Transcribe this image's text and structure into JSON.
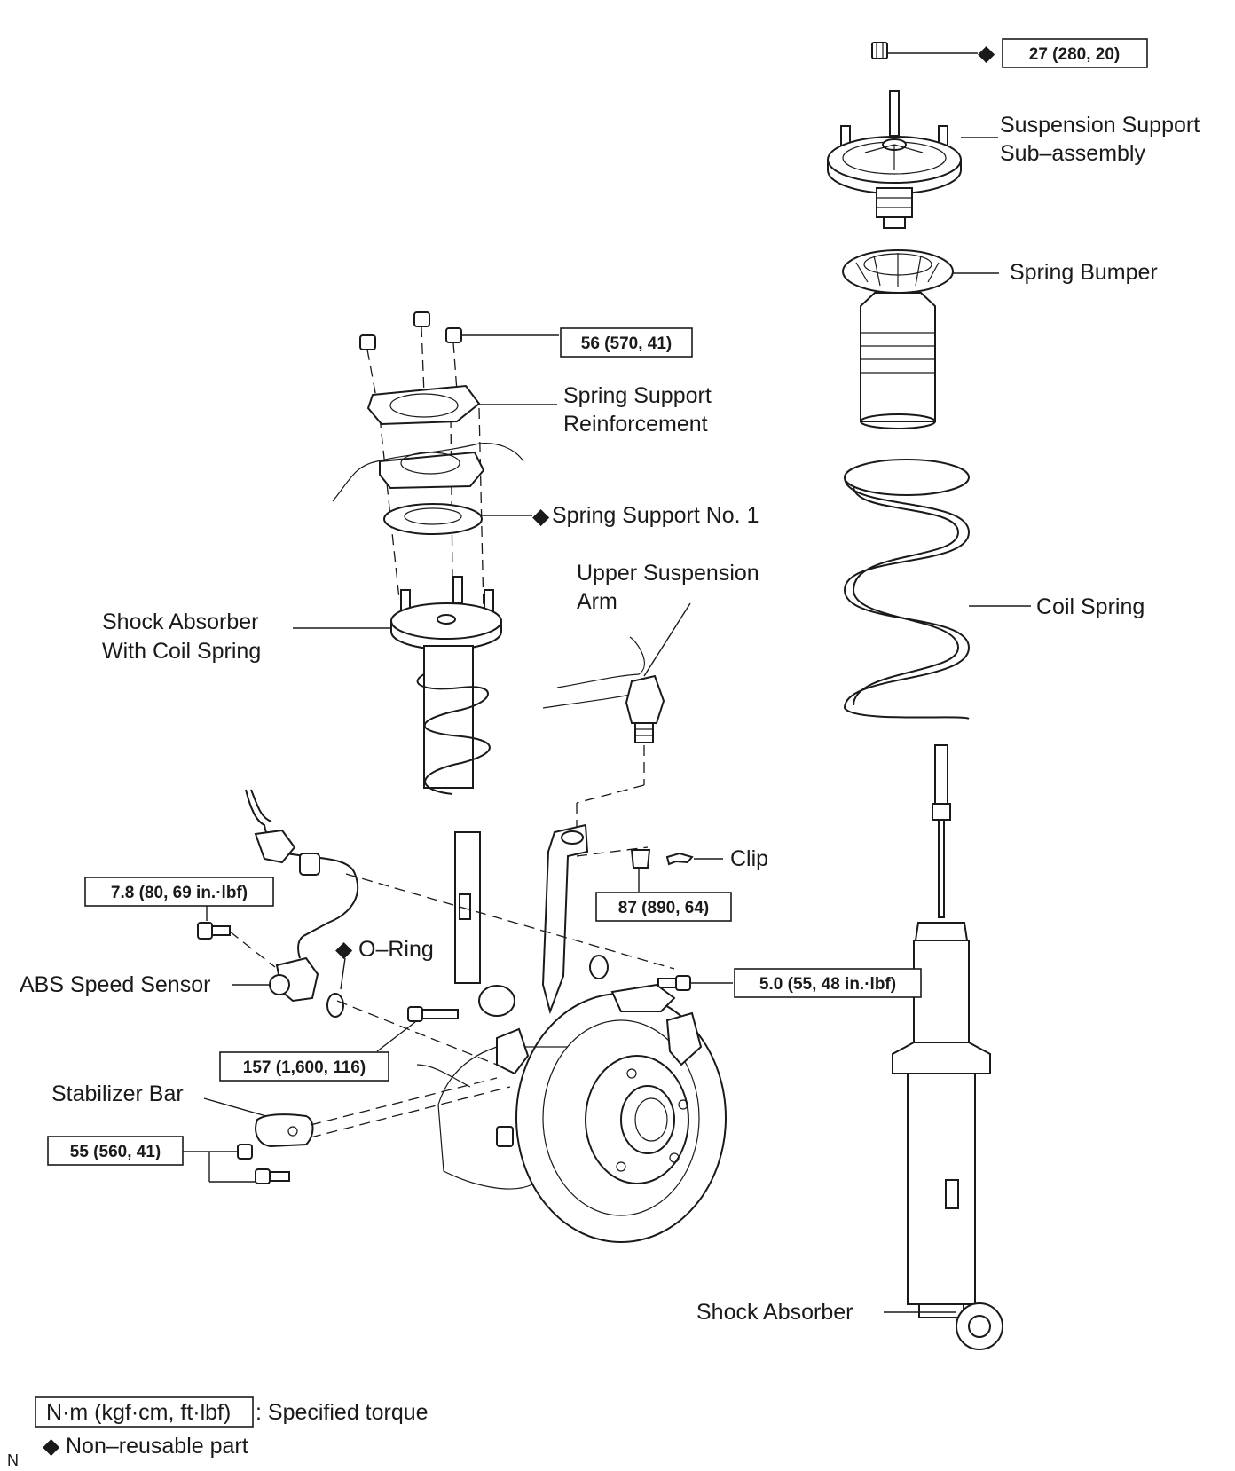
{
  "labels": {
    "suspension_support": [
      "Suspension Support",
      "Sub–assembly"
    ],
    "spring_bumper": "Spring Bumper",
    "spring_support_reinforcement": [
      "Spring Support",
      "Reinforcement"
    ],
    "spring_support_no1": "Spring Support No. 1",
    "upper_suspension_arm": [
      "Upper Suspension",
      "Arm"
    ],
    "shock_absorber_with_coil_spring": [
      "Shock  Absorber",
      "With Coil Spring"
    ],
    "coil_spring": "Coil Spring",
    "clip": "Clip",
    "o_ring": "O–Ring",
    "abs_speed_sensor": "ABS Speed Sensor",
    "stabilizer_bar": "Stabilizer Bar",
    "shock_absorber": "Shock Absorber",
    "corner_mark": "N"
  },
  "torques": {
    "nut_top": "27 (280, 20)",
    "nuts_support": "56 (570, 41)",
    "knuckle_nut": "87 (890, 64)",
    "abs_bolt": "7.8 (80, 69 in.·lbf)",
    "bracket_bolt": "5.0 (55, 48 in.·lbf)",
    "lower_bolt": "157 (1,600, 116)",
    "stabilizer": "55 (560, 41)"
  },
  "legend": {
    "unit_box": "N·m (kgf·cm, ft·lbf)",
    "unit_text": ": Specified torque",
    "diamond_text": "Non–reusable part"
  },
  "non_reusable_symbol": "◆"
}
